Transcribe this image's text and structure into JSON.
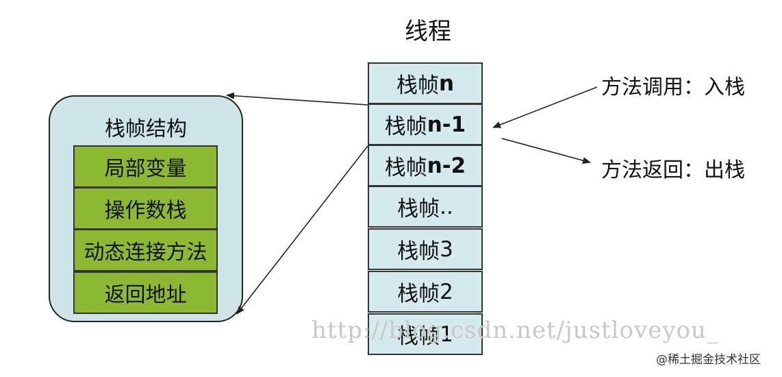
{
  "diagram": {
    "title": "线程",
    "stack_frames": [
      {
        "prefix": "栈帧",
        "suffix": "n"
      },
      {
        "prefix": "栈帧",
        "suffix": "n-1"
      },
      {
        "prefix": "栈帧",
        "suffix": "n-2"
      },
      {
        "prefix": "栈帧",
        "suffix": ".."
      },
      {
        "prefix": "栈帧",
        "suffix": "3"
      },
      {
        "prefix": "栈帧",
        "suffix": "2"
      },
      {
        "prefix": "栈帧",
        "suffix": "1"
      }
    ],
    "structure": {
      "title": "栈帧结构",
      "items": [
        "局部变量",
        "操作数栈",
        "动态连接方法",
        "返回地址"
      ]
    },
    "annotations": {
      "call": "方法调用：入栈",
      "return": "方法返回：出栈"
    }
  },
  "watermark": "http://blog.csdn.net/justloveyou_",
  "credit": "@稀土掘金技术社区"
}
